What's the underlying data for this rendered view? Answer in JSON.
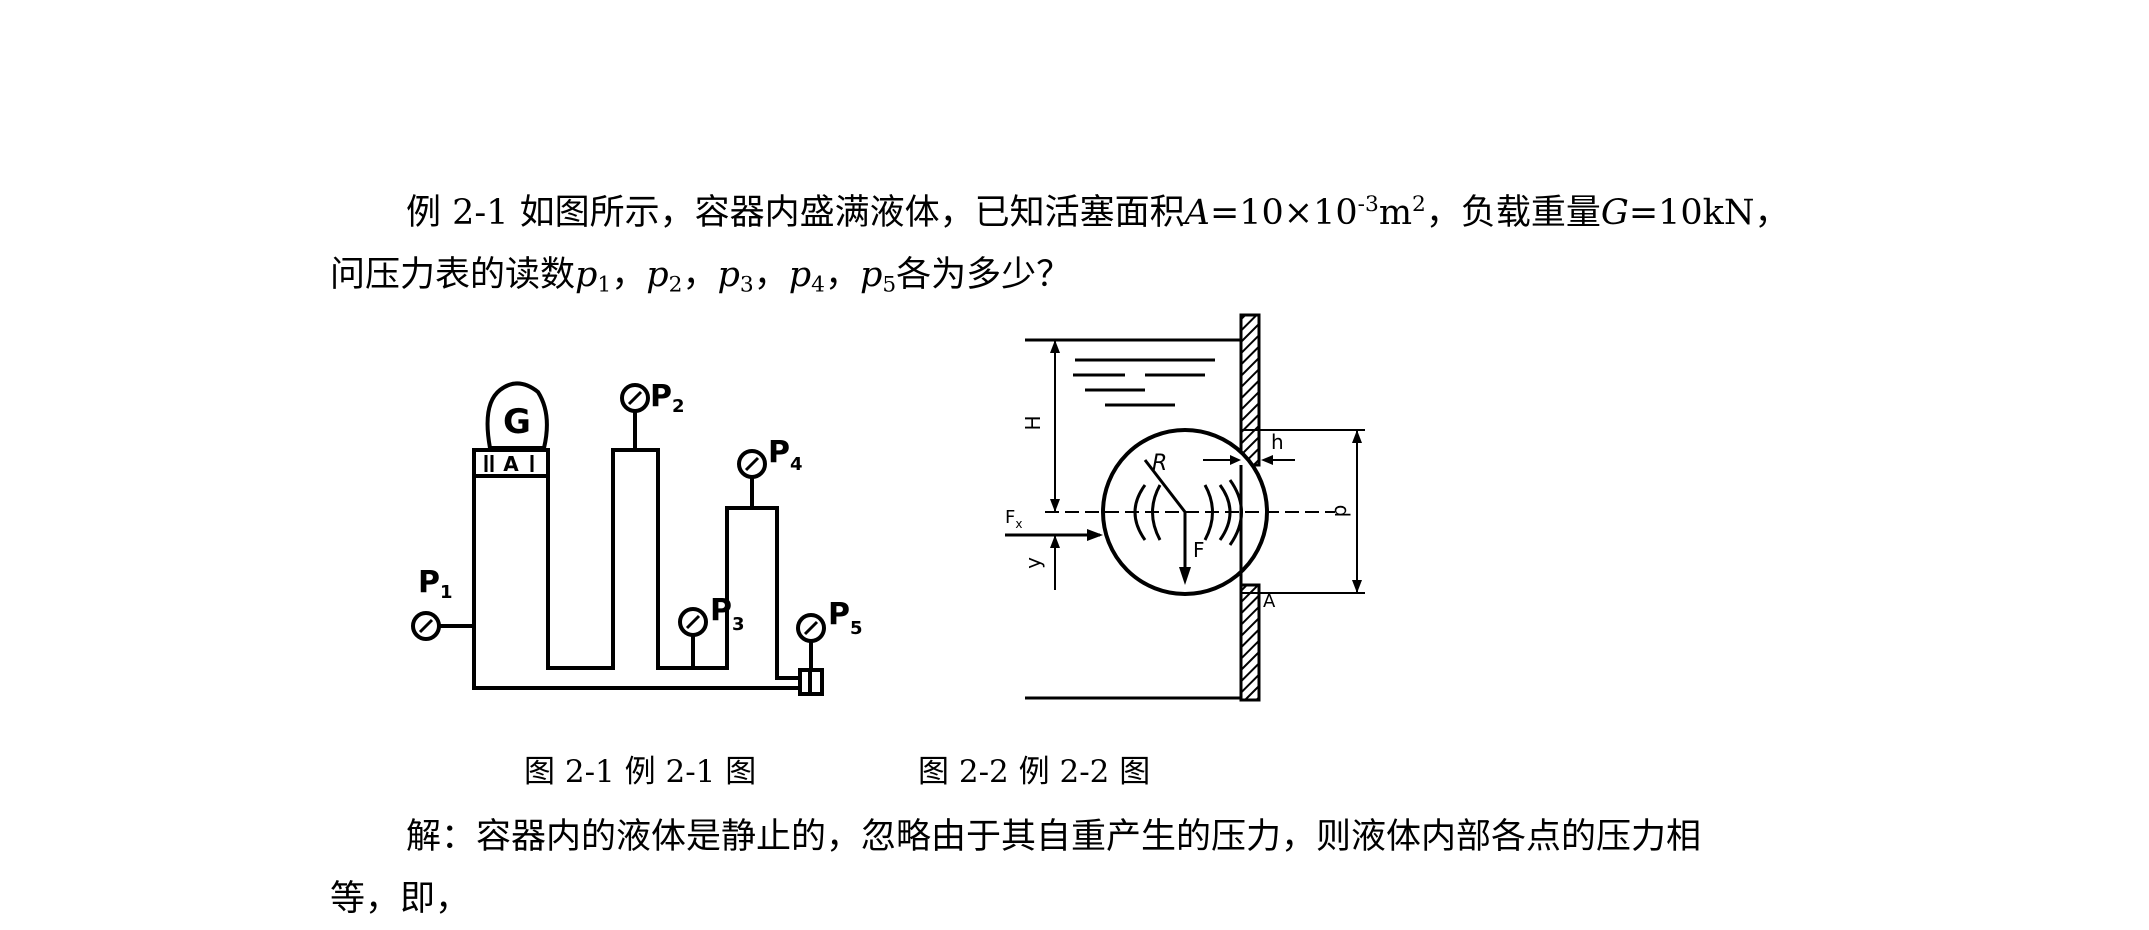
{
  "problem": {
    "label": "例 2-1",
    "text_a": "如图所示，容器内盛满液体，已知活塞面积",
    "sym_A": "A",
    "area_value": "=10×10",
    "area_exp": "-3",
    "area_unit": "m",
    "area_unit_exp": "2",
    "text_b": "，负载重量",
    "sym_G": "G",
    "load_value": "=10kN，",
    "text_c": "问压力表的读数",
    "p_sym": "p",
    "sub1": "1",
    "sub2": "2",
    "sub3": "3",
    "sub4": "4",
    "sub5": "5",
    "sep": "，",
    "text_d": "各为多少？"
  },
  "figure1": {
    "caption": "图 2-1 例 2-1 图",
    "label_G": "G",
    "label_A": "A",
    "label_P1": "P",
    "label_P1_sub": "1",
    "label_P2": "P",
    "label_P2_sub": "2",
    "label_P3": "P",
    "label_P3_sub": "3",
    "label_P4": "P",
    "label_P4_sub": "4",
    "label_P5": "P",
    "label_P5_sub": "5"
  },
  "figure2": {
    "caption": "图 2-2 例 2-2 图",
    "label_H": "H",
    "label_R": "R",
    "label_h": "h",
    "label_d": "d",
    "label_Fx": "F",
    "label_Fx_sub": "x",
    "label_y": "y",
    "label_F": "F",
    "label_A": "A"
  },
  "solution": {
    "label": "解：",
    "text_a": "容器内的液体是静止的，忽略由于其自重产生的压力，则液体内部各点的压力相",
    "text_b": "等，即，"
  }
}
